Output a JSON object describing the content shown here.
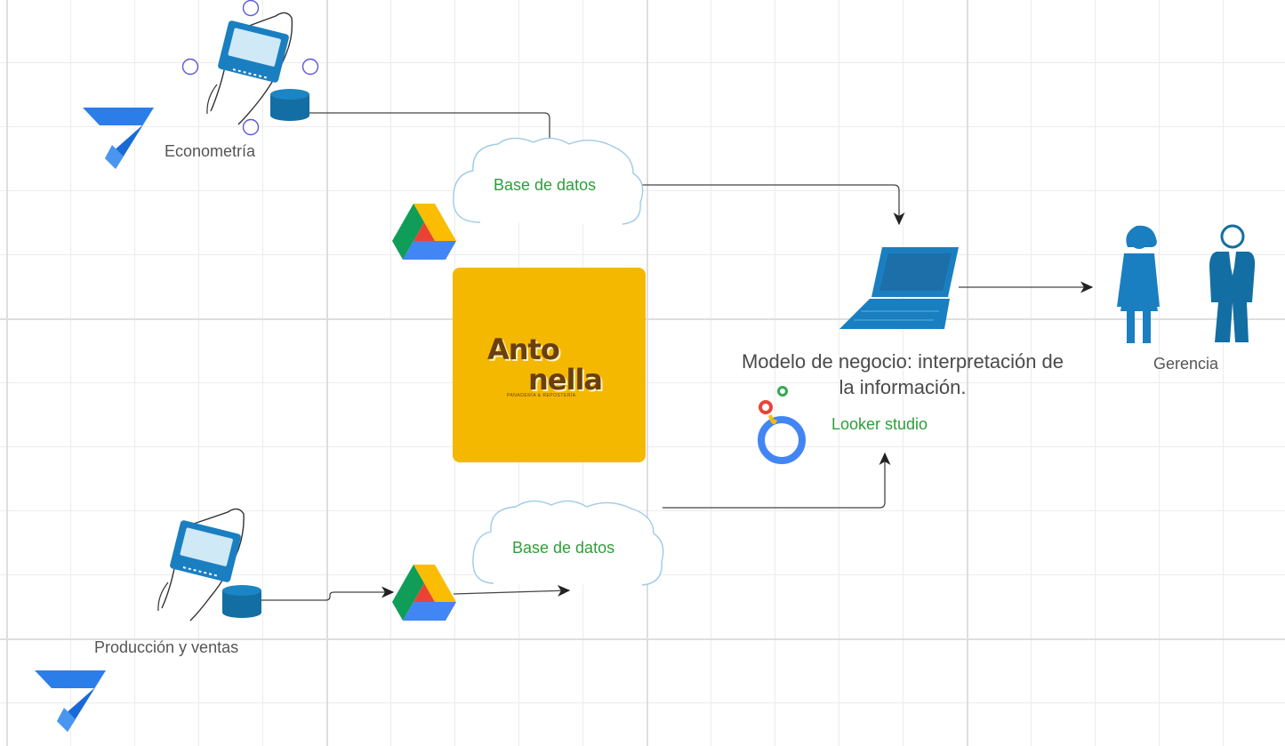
{
  "nodes": {
    "econometria": "Econometría",
    "base_datos_top": "Base de datos",
    "base_datos_bottom": "Base de datos",
    "produccion_ventas": "Producción y ventas",
    "modelo_negocio": "Modelo de negocio: interpretación de la información.",
    "looker_studio": "Looker studio",
    "gerencia": "Gerencia"
  },
  "logo": {
    "word1": "Anto",
    "word2": "nella",
    "tagline": "PANADERÍA & REPOSTERÍA"
  },
  "colors": {
    "node_label": "#555555",
    "green_label": "#2e9e3a",
    "blue_icon": "#1a7fc0",
    "logo_bg": "#f5b800",
    "connector": "#333333"
  },
  "icons": [
    "appsheet-icon",
    "hand-phone-icon",
    "database-icon",
    "cloud-icon",
    "google-drive-icon",
    "laptop-icon",
    "looker-studio-icon",
    "businesswoman-icon",
    "businessman-icon"
  ]
}
